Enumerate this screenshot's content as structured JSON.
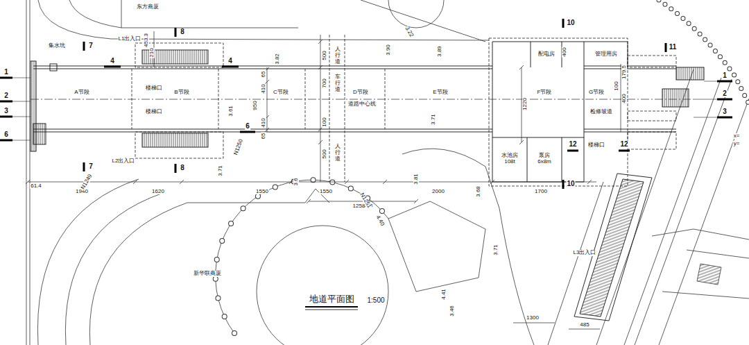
{
  "diagram": {
    "title": "地道平面图",
    "nodes": [
      {
        "text": [
          "A节段"
        ]
      },
      {
        "text": [
          "B节段"
        ]
      },
      {
        "text": [
          "C节段"
        ]
      },
      {
        "text": [
          "D节段"
        ]
      },
      {
        "text": [
          "E节段"
        ]
      },
      {
        "text": [
          "F节段"
        ]
      },
      {
        "text": [
          "G节段"
        ]
      },
      {
        "text": [
          "配电房"
        ]
      },
      {
        "text": [
          "管理用房"
        ]
      },
      {
        "text": [
          "水池房",
          "108t"
        ]
      },
      {
        "text": [
          "泵房",
          "6x8m"
        ]
      },
      {
        "text": [
          "集水坑"
        ]
      },
      {
        "text": [
          "楼梯口"
        ]
      },
      {
        "text": [
          "楼梯口"
        ]
      },
      {
        "text": [
          "检修坡道"
        ]
      },
      {
        "text": [
          "楼梯口"
        ]
      },
      {
        "text": [
          "L1出入口"
        ]
      },
      {
        "text": [
          "L2出入口"
        ]
      },
      {
        "text": [
          "L3出入口"
        ]
      },
      {
        "text": [
          "东方商厦"
        ]
      },
      {
        "text": [
          "新华联商厦"
        ]
      }
    ],
    "labels": [
      "1:500",
      "453.3",
      "210",
      "500",
      "700",
      "100",
      "500",
      "人行道",
      "车行道",
      "人行道",
      "道路中心线",
      "65",
      "410",
      "950",
      "410",
      "65",
      "400",
      "1220",
      "179.5",
      "100",
      "400",
      "61.4",
      "1940",
      "1620",
      "1550",
      "1550",
      "12584.4",
      "2000",
      "1700",
      "1300",
      "485",
      "N1250",
      "N1251",
      "N1249",
      "3.61",
      "3.71",
      "3.82",
      "3.90",
      "3.89",
      "3.71",
      "3.81",
      "3.68",
      "3.6",
      "4.40",
      "3.71",
      "4.41",
      "3.46",
      "3.22",
      "1",
      "2",
      "3",
      "6",
      "4",
      "4",
      "6",
      "7",
      "7",
      "8",
      "8",
      "10",
      "10",
      "11",
      "12",
      "12",
      "1",
      "2",
      "3",
      "x=",
      "y="
    ]
  }
}
